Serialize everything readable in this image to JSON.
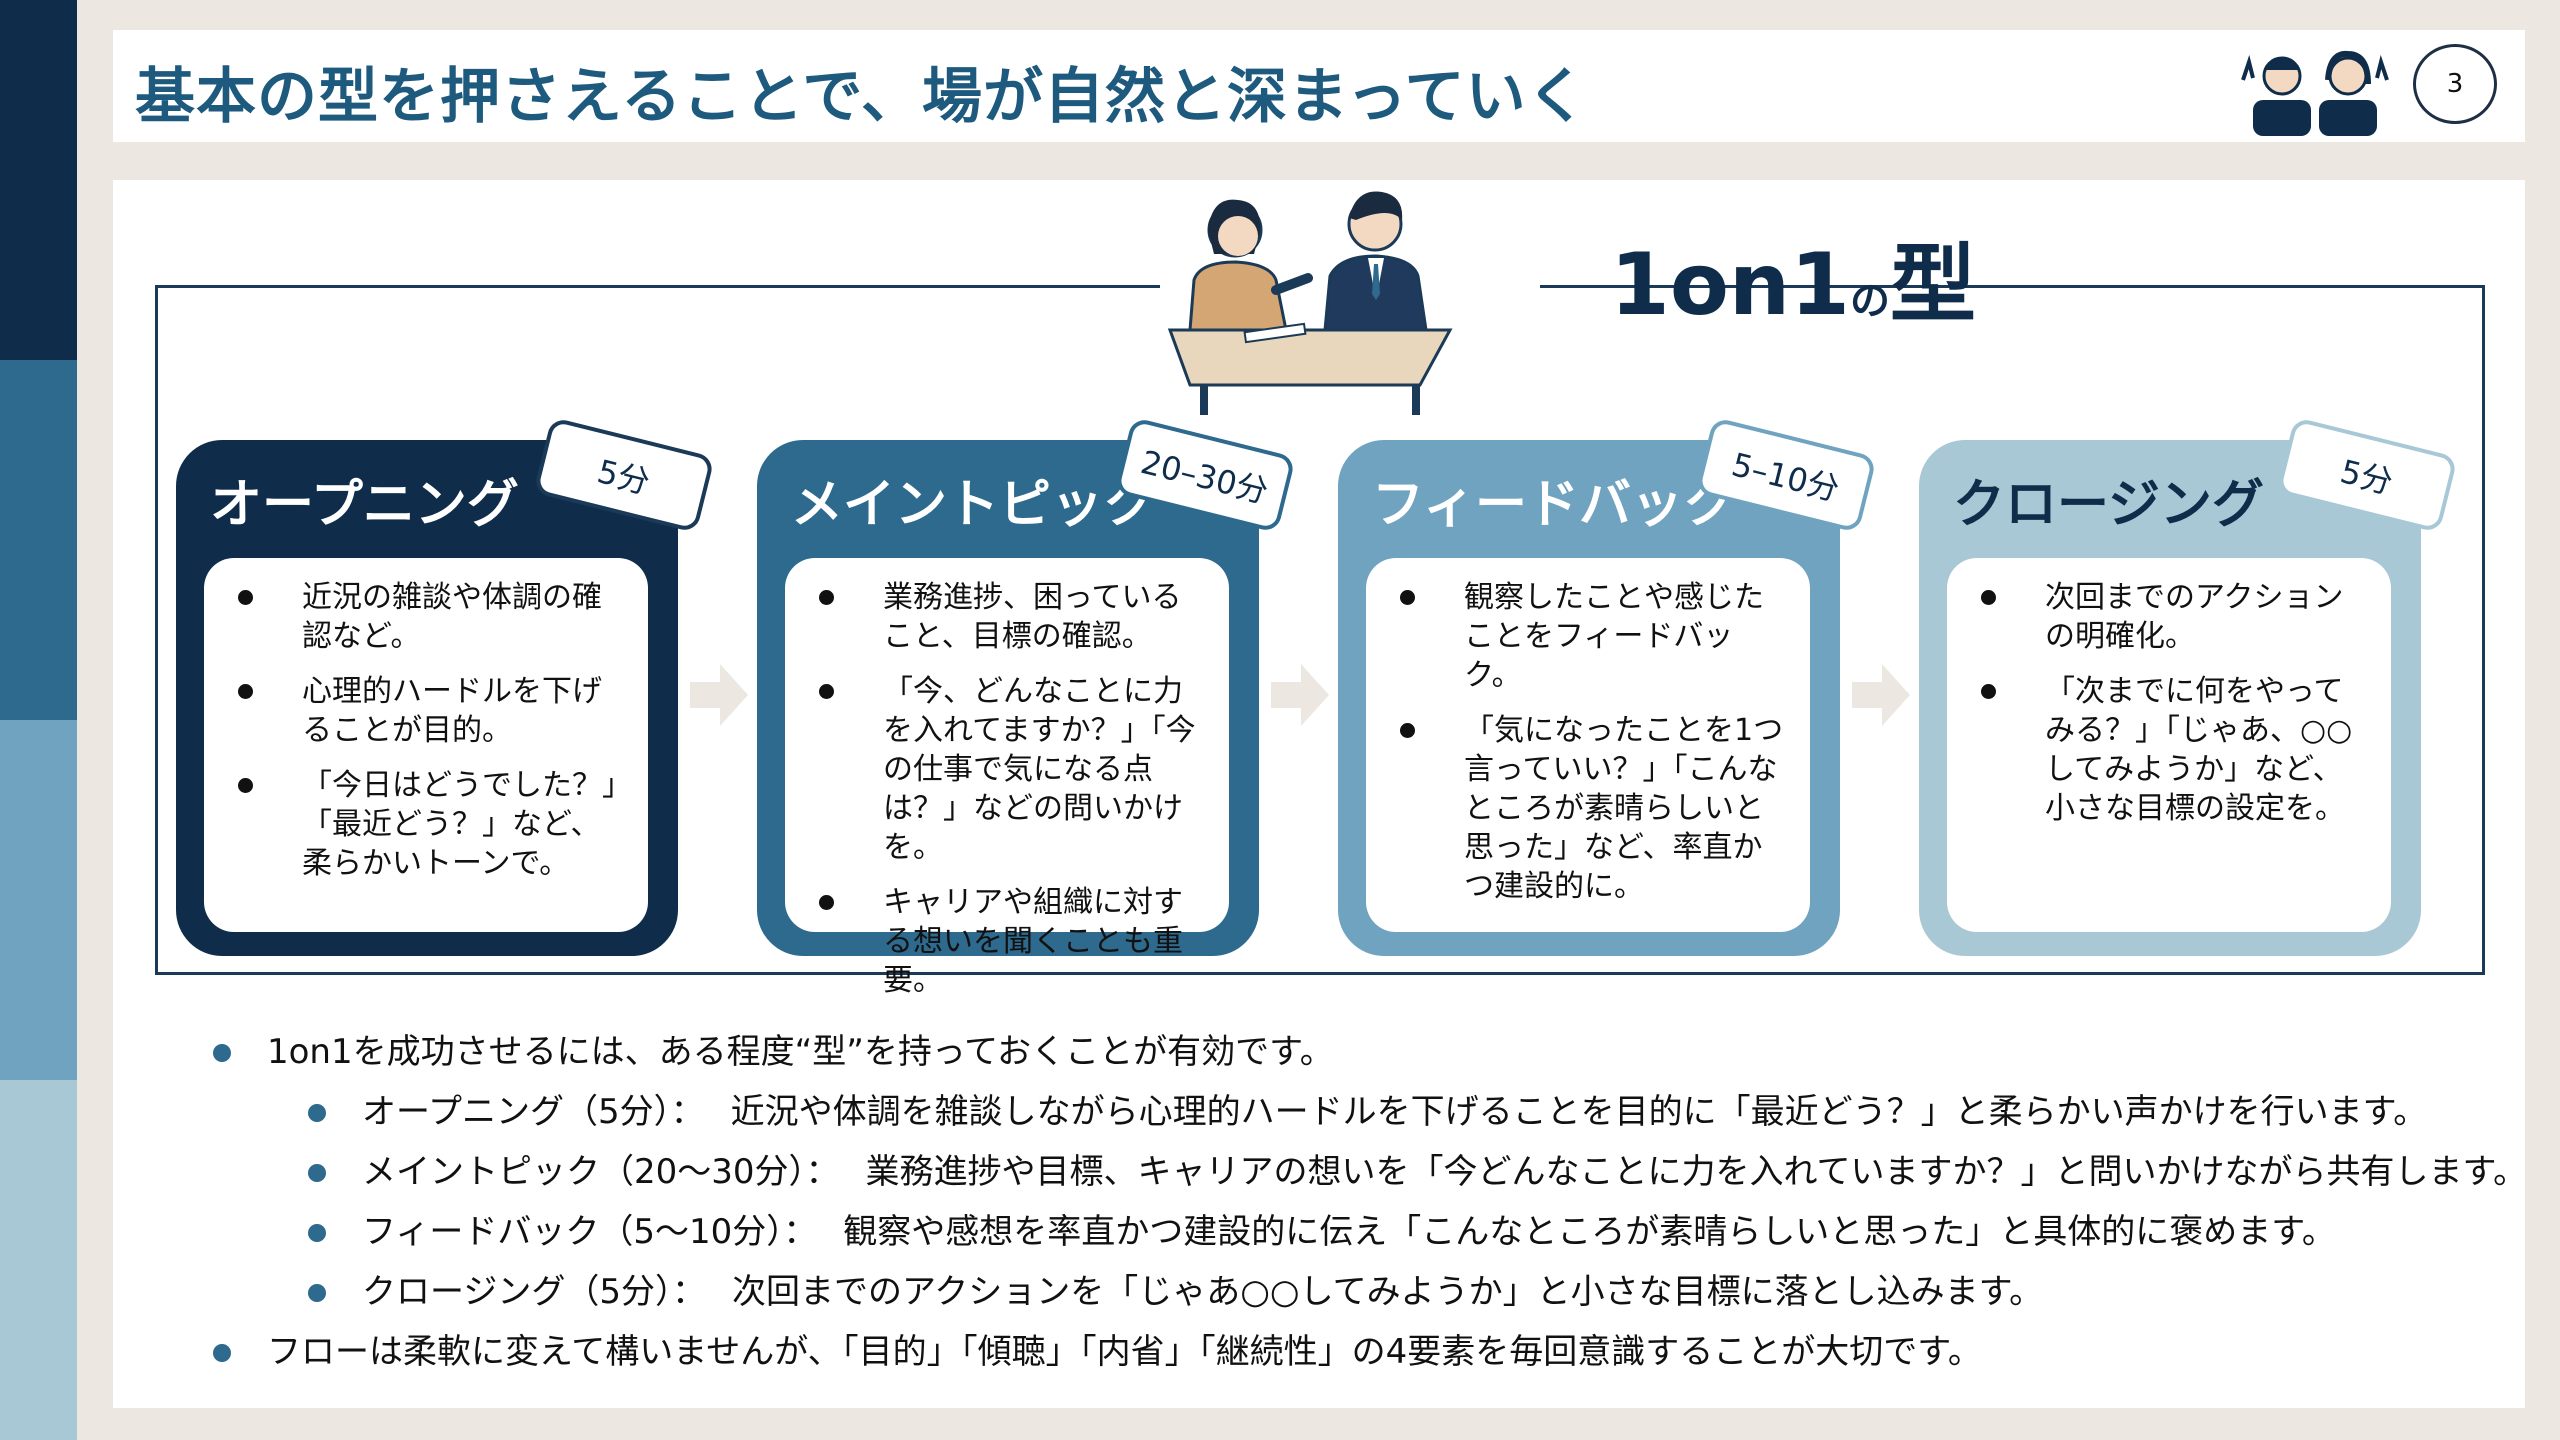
{
  "header": {
    "title": "基本の型を押さえることで、場が自然と深まっていく",
    "page_number": "3"
  },
  "frame": {
    "title_main": "1on1",
    "title_particle": "の",
    "title_end": "型"
  },
  "steps": [
    {
      "title": "オープニング",
      "duration": "5分",
      "bullets": [
        "近況の雑談や体調の確認など。",
        "心理的ハードルを下げることが目的。",
        "「今日はどうでした？」「最近どう？」など、柔らかいトーンで。"
      ]
    },
    {
      "title": "メイントピック",
      "duration": "20–30分",
      "bullets": [
        "業務進捗、困っていること、目標の確認。",
        "「今、どんなことに力を入れてますか？」「今の仕事で気になる点は？」などの問いかけを。",
        "キャリアや組織に対する想いを聞くことも重要。"
      ]
    },
    {
      "title": "フィードバック",
      "duration": "5–10分",
      "bullets": [
        "観察したことや感じたことをフィードバック。",
        "「気になったことを1つ言っていい？」「こんなところが素晴らしいと思った」など、率直かつ建設的に。"
      ]
    },
    {
      "title": "クロージング",
      "duration": "5分",
      "bullets": [
        "次回までのアクションの明確化。",
        "「次までに何をやってみる？」「じゃあ、○○してみようか」など、小さな目標の設定を。"
      ]
    }
  ],
  "notes": {
    "intro": "1on1を成功させるには、ある程度“型”を持っておくことが有効です。",
    "items": [
      {
        "label": "オープニング（5分）：",
        "text": "近況や体調を雑談しながら心理的ハードルを下げることを目的に「最近どう？」と柔らかい声かけを行います。"
      },
      {
        "label": "メイントピック（20〜30分）：",
        "text": "業務進捗や目標、キャリアの想いを「今どんなことに力を入れていますか？」と問いかけながら共有します。"
      },
      {
        "label": "フィードバック（5〜10分）：",
        "text": "観察や感想を率直かつ建設的に伝え「こんなところが素晴らしいと思った」と具体的に褒めます。"
      },
      {
        "label": "クロージング（5分）：",
        "text": "次回までのアクションを「じゃあ○○してみようか」と小さな目標に落とし込みます。"
      }
    ],
    "closing": "フローは柔軟に変えて構いませんが、「目的」「傾聴」「内省」「継続性」の4要素を毎回意識することが大切です。"
  },
  "colors": {
    "navy": "#0f2d4a",
    "blue": "#2d6a8e",
    "light_blue": "#6fa3bf",
    "pale_blue": "#a9c8d6",
    "title_blue": "#1e5a7e",
    "background": "#ece8e1"
  },
  "icons": [
    "people-waving-icon",
    "meeting-illustration",
    "chevron-right-arrow-icon"
  ]
}
